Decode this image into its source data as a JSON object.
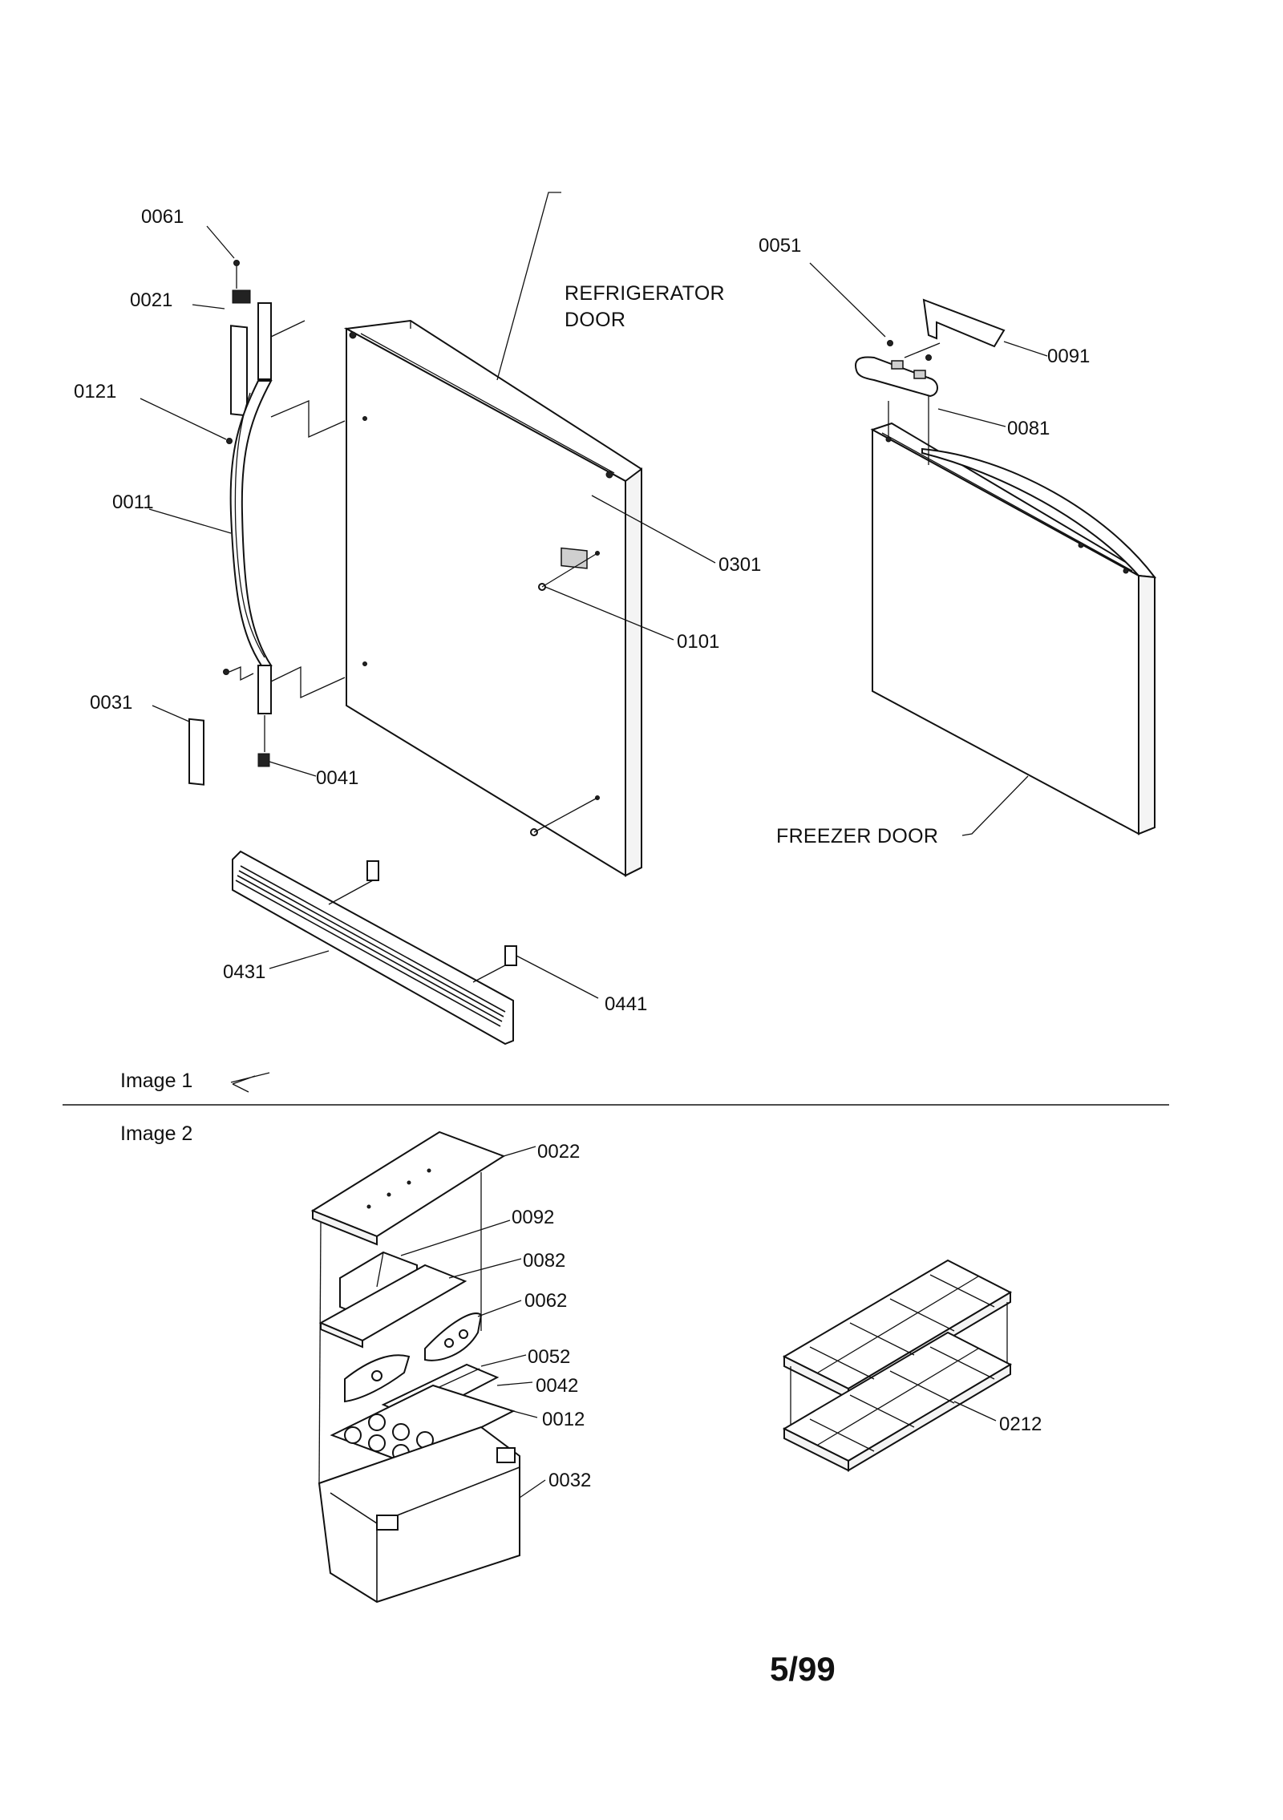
{
  "image1": {
    "section_label": "Image 1",
    "refrigerator_door_label": "REFRIGERATOR\nDOOR",
    "freezer_door_label": "FREEZER DOOR",
    "parts": {
      "p0061": "0061",
      "p0021": "0021",
      "p0121": "0121",
      "p0011": "0011",
      "p0031": "0031",
      "p0041": "0041",
      "p0301": "0301",
      "p0101": "0101",
      "p0051": "0051",
      "p0091": "0091",
      "p0081": "0081",
      "p0431": "0431",
      "p0441": "0441"
    }
  },
  "image2": {
    "section_label": "Image 2",
    "parts": {
      "p0022": "0022",
      "p0092": "0092",
      "p0082": "0082",
      "p0062": "0062",
      "p0052": "0052",
      "p0042": "0042",
      "p0012": "0012",
      "p0032": "0032",
      "p0212": "0212"
    }
  },
  "footer": {
    "page_code": "5/99"
  }
}
